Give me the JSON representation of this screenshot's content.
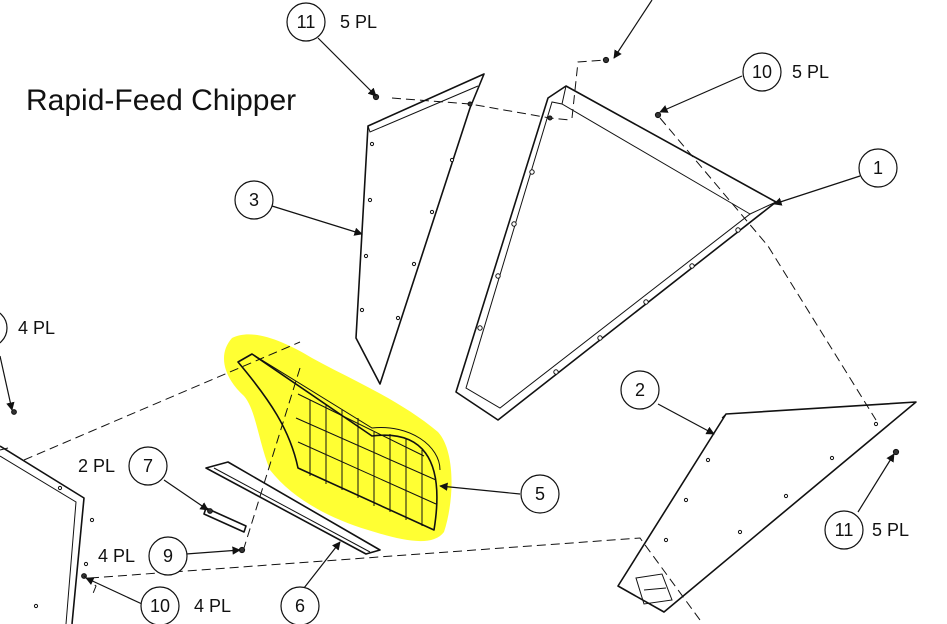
{
  "diagram": {
    "title": "Rapid-Feed Chipper",
    "highlight_color": "#ffff33",
    "callouts": [
      {
        "id": "c11-top",
        "number": "11",
        "qty": "5 PL"
      },
      {
        "id": "c10-top",
        "number": "10",
        "qty": "5 PL"
      },
      {
        "id": "c1",
        "number": "1",
        "qty": ""
      },
      {
        "id": "c3",
        "number": "3",
        "qty": ""
      },
      {
        "id": "c4pl-left",
        "number": "",
        "qty": "4 PL"
      },
      {
        "id": "c7",
        "number": "7",
        "qty": "2 PL"
      },
      {
        "id": "c9",
        "number": "9",
        "qty": "4 PL"
      },
      {
        "id": "c10-bottom",
        "number": "10",
        "qty": "4 PL"
      },
      {
        "id": "c6",
        "number": "6",
        "qty": ""
      },
      {
        "id": "c5",
        "number": "5",
        "qty": ""
      },
      {
        "id": "c2",
        "number": "2",
        "qty": ""
      },
      {
        "id": "c11-bottom",
        "number": "11",
        "qty": "5 PL"
      }
    ]
  }
}
